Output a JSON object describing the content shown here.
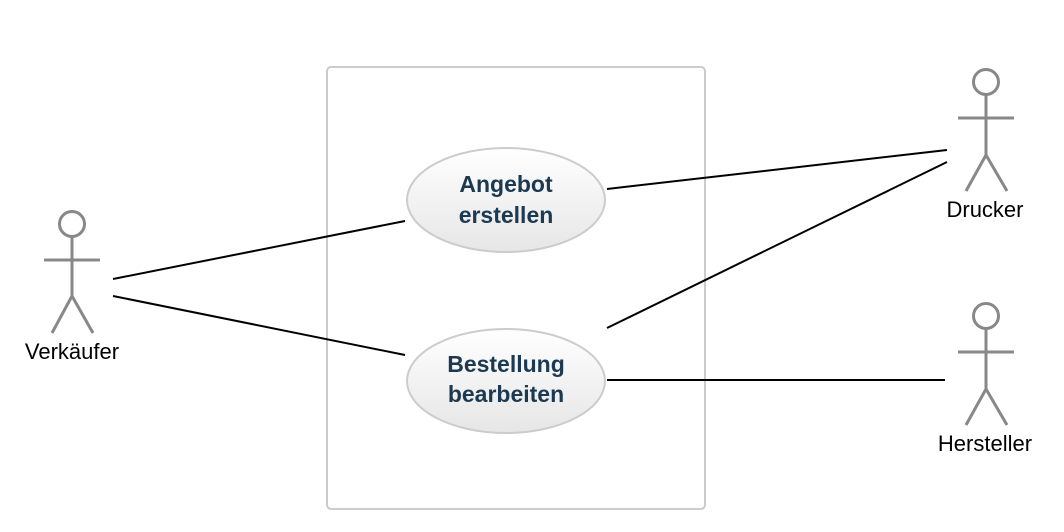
{
  "colors": {
    "actor_stroke": "#888888",
    "boundary_stroke": "#cccccc",
    "usecase_stroke": "#cccccc",
    "usecase_fill_top": "#ffffff",
    "usecase_fill_bottom": "#e6e6e6",
    "usecase_text": "#1b3a52",
    "association_line": "#000000"
  },
  "actors": [
    {
      "id": "verkaeufer",
      "label": "Verkäufer"
    },
    {
      "id": "drucker",
      "label": "Drucker"
    },
    {
      "id": "hersteller",
      "label": "Hersteller"
    }
  ],
  "use_cases": [
    {
      "id": "angebot",
      "lines": [
        "Angebot",
        "erstellen"
      ]
    },
    {
      "id": "bestellung",
      "lines": [
        "Bestellung",
        "bearbeiten"
      ]
    }
  ],
  "associations": [
    {
      "from": "verkaeufer",
      "to": "angebot"
    },
    {
      "from": "verkaeufer",
      "to": "bestellung"
    },
    {
      "from": "angebot",
      "to": "drucker"
    },
    {
      "from": "bestellung",
      "to": "drucker"
    },
    {
      "from": "bestellung",
      "to": "hersteller"
    }
  ]
}
